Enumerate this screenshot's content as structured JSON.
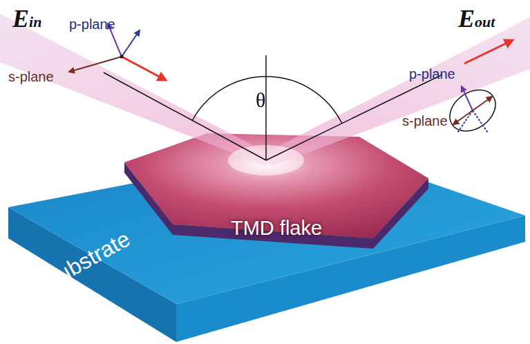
{
  "diagram": {
    "nodes": [
      {
        "text": [
          "substrate"
        ]
      },
      {
        "text": [
          "TMD flake"
        ],
        "in": 0
      }
    ],
    "labels": [
      "Ein",
      "p-plane",
      "s-plane",
      "θ",
      "Eout",
      "p-plane",
      "s-plane"
    ]
  }
}
